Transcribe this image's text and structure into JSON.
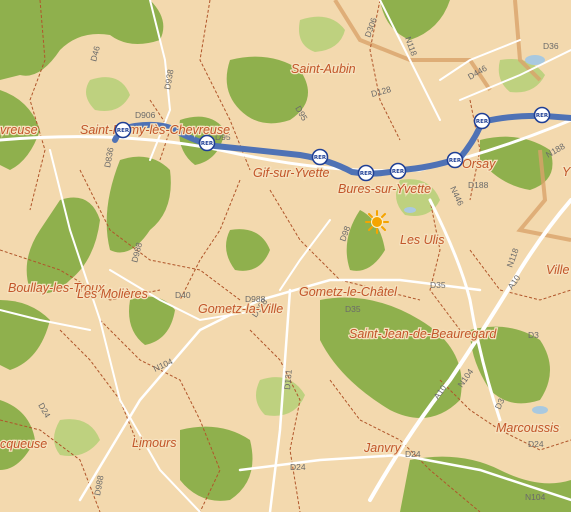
{
  "map": {
    "colors": {
      "land": "#f3d9ae",
      "forest": "#8fb04d",
      "forest_light": "#b8cf7a",
      "boundary": "#b0552a",
      "road": "#ffffff",
      "rer_line": "#4f72b5",
      "town_label": "#c2562a",
      "road_label": "#6a6a6a",
      "rer_badge": "#1f3f95",
      "marker": "#f5a400"
    },
    "marker_icon": "sun-icon",
    "rer_badge_text": "RER",
    "rer_station_count": 8,
    "towns": [
      {
        "key": "saint-aubin",
        "label": "Saint-Aubin"
      },
      {
        "key": "chevreuse-partial",
        "label": "vreuse"
      },
      {
        "key": "saint-remy",
        "label": "Saint-Rémy-lès-Chevreuse"
      },
      {
        "key": "gif-sur-yvette",
        "label": "Gif-sur-Yvette"
      },
      {
        "key": "bures-sur-yvette",
        "label": "Bures-sur-Yvette"
      },
      {
        "key": "orsay",
        "label": "Orsay"
      },
      {
        "key": "les-ulis",
        "label": "Les Ulis"
      },
      {
        "key": "ville-partial",
        "label": "Ville"
      },
      {
        "key": "boullay-les-troux",
        "label": "Boullay-les-Troux"
      },
      {
        "key": "les-molieres",
        "label": "Les Molières"
      },
      {
        "key": "gometz-la-ville",
        "label": "Gometz-la-Ville"
      },
      {
        "key": "gometz-le-chatel",
        "label": "Gometz-le-Châtel"
      },
      {
        "key": "saint-jean-de-beauregard",
        "label": "Saint-Jean-de-Beauregard"
      },
      {
        "key": "limours",
        "label": "Limours"
      },
      {
        "key": "janvry",
        "label": "Janvry"
      },
      {
        "key": "marcoussis",
        "label": "Marcoussis"
      },
      {
        "key": "cqueuse-partial",
        "label": "cqueuse"
      },
      {
        "key": "y-partial",
        "label": "Y"
      }
    ],
    "roads": [
      "D36",
      "N118",
      "D46",
      "D938",
      "D306",
      "D95",
      "D128",
      "D446",
      "N446",
      "D906",
      "D188",
      "D836",
      "D95",
      "D98",
      "D988",
      "N188",
      "D35",
      "D40",
      "D988",
      "D988",
      "N104",
      "D3",
      "D24",
      "D24",
      "D24",
      "D24",
      "D131",
      "D988",
      "N104",
      "A10",
      "A10",
      "D3",
      "N118",
      "D35",
      "N104"
    ]
  }
}
